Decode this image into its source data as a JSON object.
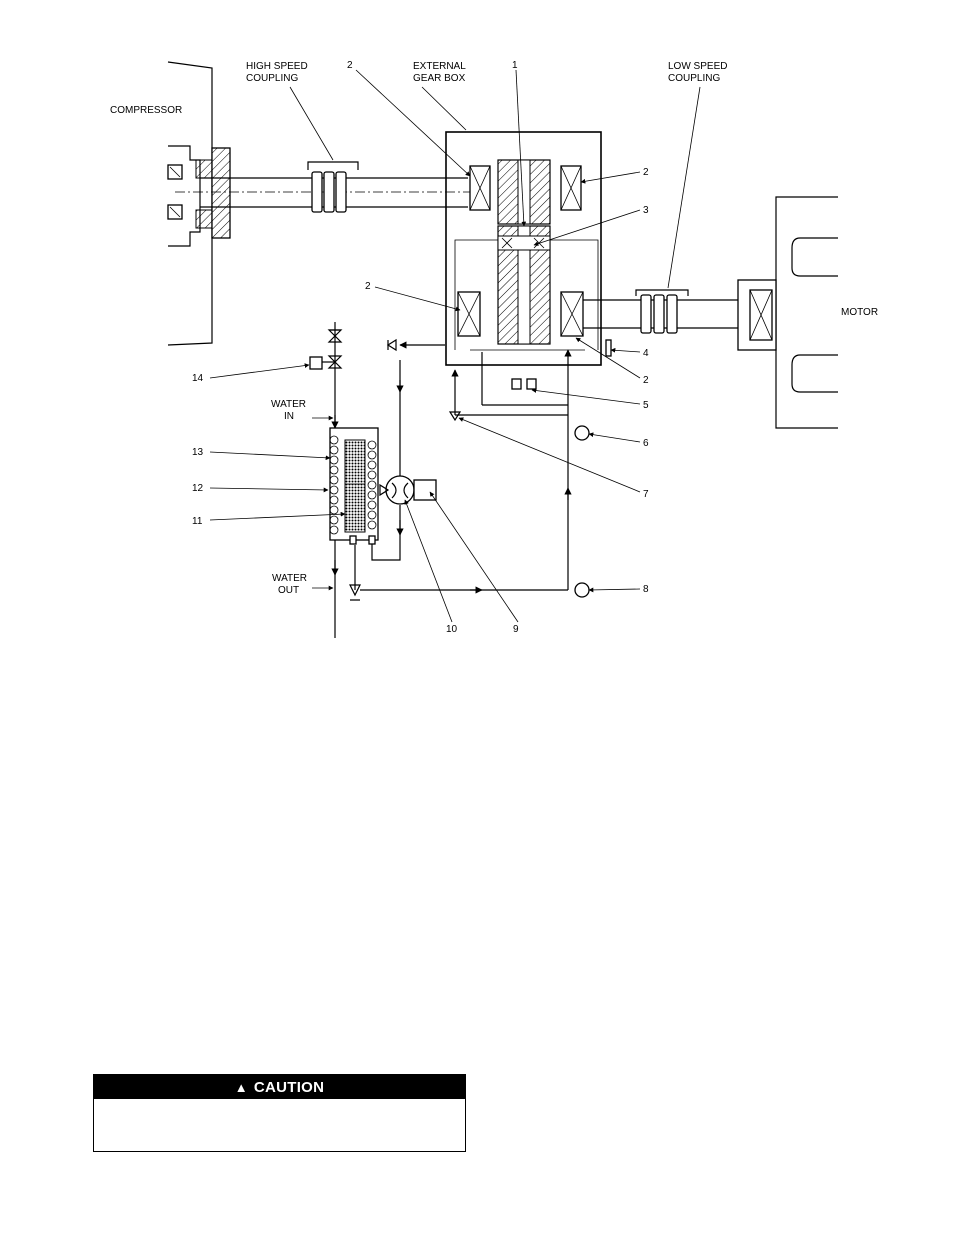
{
  "labels": {
    "compressor": "COMPRESSOR",
    "high_speed_coupling": [
      "HIGH SPEED",
      "COUPLING"
    ],
    "external_gear_box": [
      "EXTERNAL",
      "GEAR BOX"
    ],
    "low_speed_coupling": [
      "LOW SPEED",
      "COUPLING"
    ],
    "motor": "MOTOR",
    "water_in": [
      "WATER",
      "IN"
    ],
    "water_out": [
      "WATER",
      "OUT"
    ]
  },
  "callouts": [
    "1",
    "2",
    "2",
    "2",
    "2",
    "3",
    "4",
    "5",
    "6",
    "7",
    "8",
    "9",
    "10",
    "11",
    "12",
    "13",
    "14"
  ],
  "caution": {
    "title": "CAUTION",
    "icon": "warning-triangle-icon",
    "body": ""
  }
}
